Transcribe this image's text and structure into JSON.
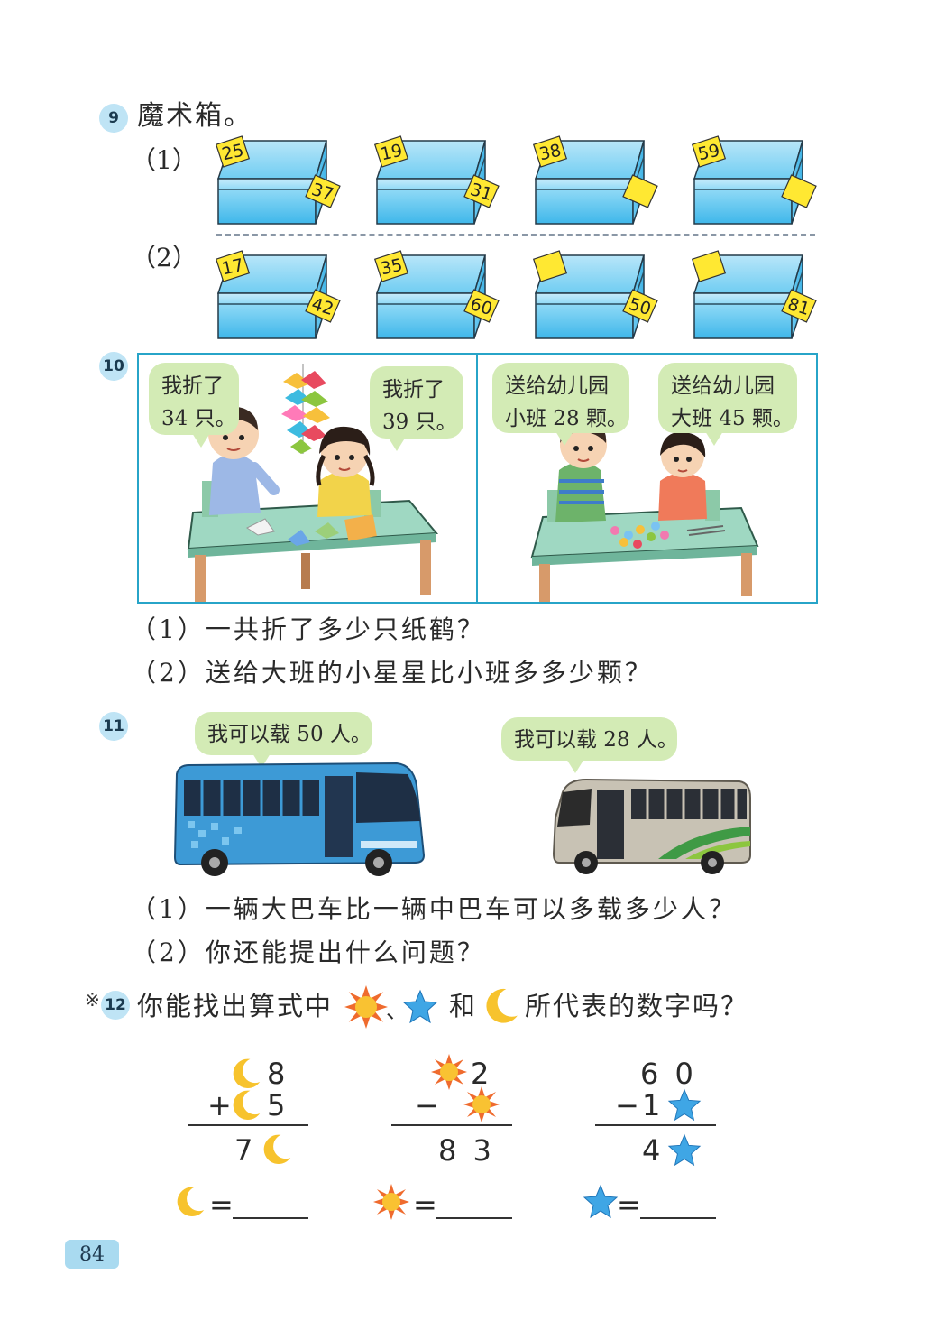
{
  "q9": {
    "number": "9",
    "title": "魔术箱。",
    "part1_label": "（1）",
    "part2_label": "（2）",
    "boxes_row1": [
      {
        "top": "25",
        "side": "37"
      },
      {
        "top": "19",
        "side": "31"
      },
      {
        "top": "38",
        "side": ""
      },
      {
        "top": "59",
        "side": ""
      }
    ],
    "boxes_row2": [
      {
        "top": "17",
        "side": "42"
      },
      {
        "top": "35",
        "side": "60"
      },
      {
        "top": "",
        "side": "50"
      },
      {
        "top": "",
        "side": "81"
      }
    ]
  },
  "q10": {
    "number": "10",
    "bubbles": [
      {
        "line1": "我折了",
        "line2": "34 只。"
      },
      {
        "line1": "我折了",
        "line2": "39 只。"
      },
      {
        "line1": "送给幼儿园",
        "line2": "小班 28 颗。"
      },
      {
        "line1": "送给幼儿园",
        "line2": "大班 45 颗。"
      }
    ],
    "sub1": "（1）一共折了多少只纸鹤？",
    "sub2": "（2）送给大班的小星星比小班多多少颗？"
  },
  "q11": {
    "number": "11",
    "bubble_big": "我可以载 50 人。",
    "bubble_mid": "我可以载 28 人。",
    "sub1": "（1）一辆大巴车比一辆中巴车可以多载多少人？",
    "sub2": "（2）你还能提出什么问题？"
  },
  "q12": {
    "mark": "※",
    "number": "12",
    "text_a": "你能找出算式中",
    "sep": "、",
    "text_b": "和",
    "text_c": "所代表的数字吗？",
    "eq1": {
      "top_digit": "8",
      "op": "+",
      "mid_digit": "5",
      "res_digit": "7"
    },
    "eq2": {
      "top_digit": "2",
      "op": "−",
      "res": "8 3"
    },
    "eq3": {
      "top": "6 0",
      "op": "−",
      "mid_digit": "1",
      "res_digit": "4"
    },
    "equals": "="
  },
  "page_number": "84",
  "colors": {
    "box_blue": "#5ec5ef",
    "tag_yellow": "#ffe832",
    "bubble_green": "#d3ebb5",
    "frame_blue": "#27a4c8",
    "badge_blue": "#bfe4f5"
  }
}
